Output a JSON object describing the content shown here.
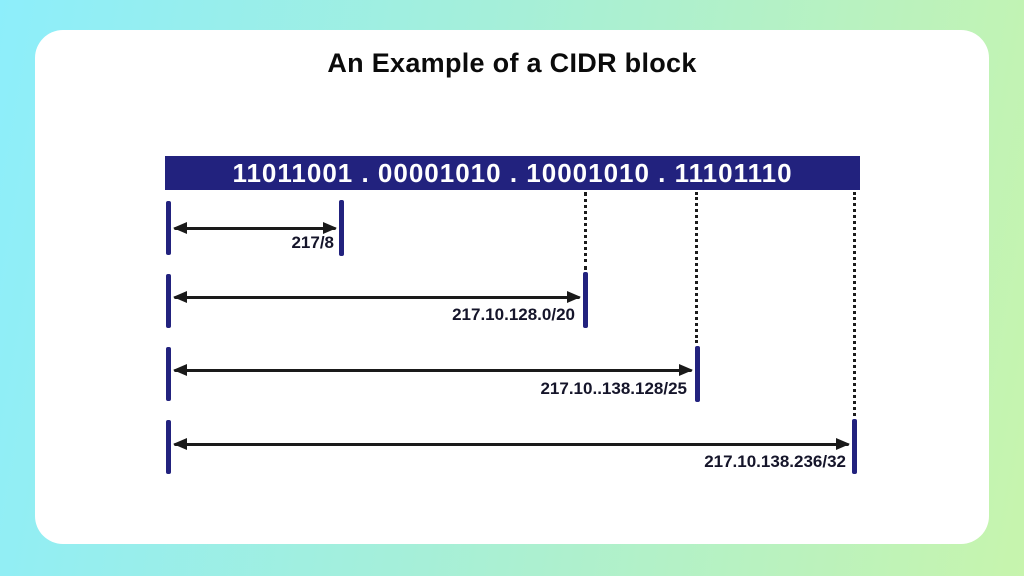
{
  "title": "An Example of a CIDR block",
  "binary_block": {
    "display": "11011001 . 00001010 . 10001010 . 11101110",
    "octets": [
      "11011001",
      "00001010",
      "10001010",
      "11101110"
    ]
  },
  "cidr_rows": [
    {
      "label": "217/8"
    },
    {
      "label": "217.10.128.0/20"
    },
    {
      "label": "217.10..138.128/25"
    },
    {
      "label": "217.10.138.236/32"
    }
  ],
  "colors": {
    "background_gradient_left": "#8deefb",
    "background_gradient_right": "#c7f4ad",
    "card": "#ffffff",
    "navy": "#22227e",
    "binary_text": "#ffffff",
    "label_text": "#15152a",
    "arrow": "#1a1a1a"
  }
}
